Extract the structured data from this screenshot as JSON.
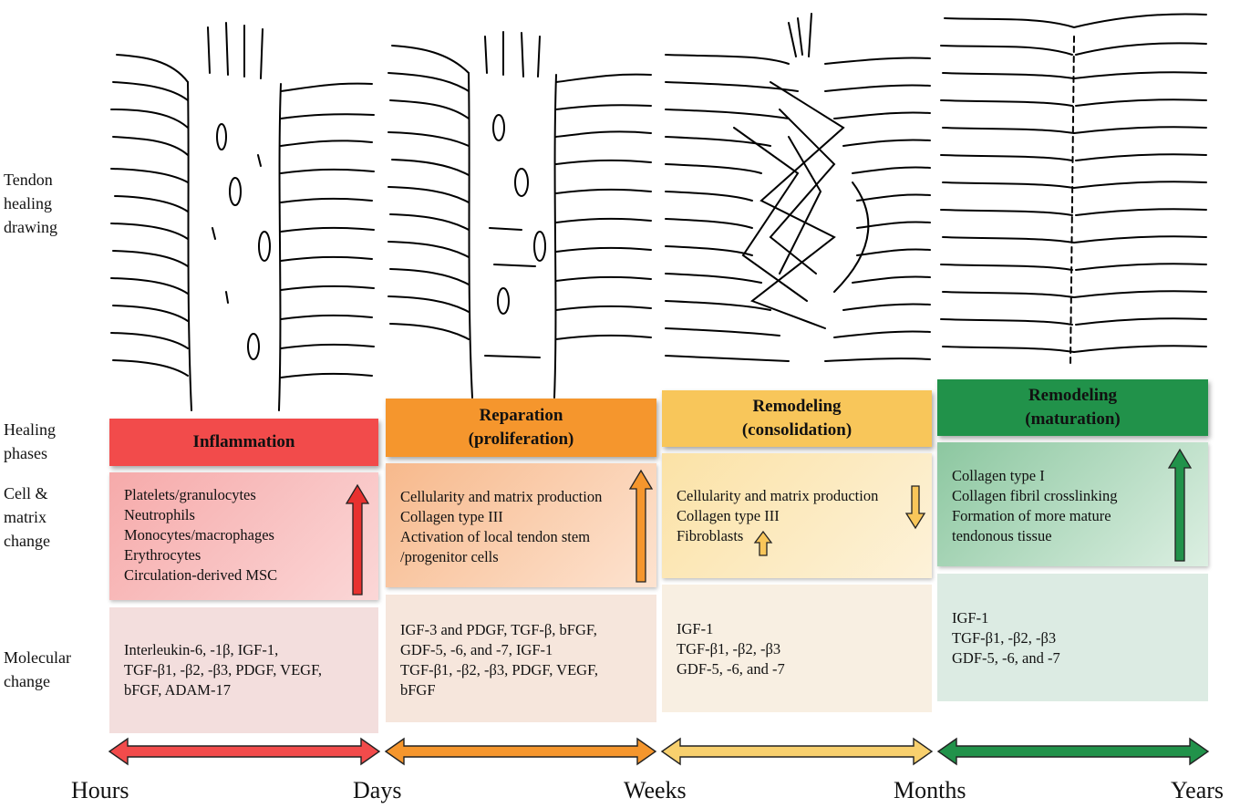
{
  "row_labels": {
    "drawing": "Tendon\nhealing\ndrawing",
    "phases": "Healing\nphases",
    "cell": "Cell &\nmatrix\nchange",
    "molecular": "Molecular\nchange"
  },
  "phases": [
    {
      "title": "Inflammation",
      "cell_lines": [
        "Platelets/granulocytes",
        "Neutrophils",
        "Monocytes/macrophages",
        "Erythrocytes",
        "Circulation-derived MSC"
      ],
      "molecular_lines": [
        "Interleukin-6, -1β, IGF-1,",
        "TGF-β1, -β2, -β3, PDGF, VEGF,",
        "bFGF, ADAM-17"
      ]
    },
    {
      "title": "Reparation\n(proliferation)",
      "cell_lines": [
        "Cellularity and matrix production",
        "Collagen type III",
        "Activation of local tendon stem",
        "/progenitor cells"
      ],
      "molecular_lines": [
        "IGF-3 and PDGF, TGF-β, bFGF,",
        "GDF-5, -6, and -7, IGF-1",
        "TGF-β1, -β2, -β3, PDGF, VEGF,",
        "bFGF"
      ]
    },
    {
      "title": "Remodeling\n(consolidation)",
      "cell_lines": [
        "Cellularity and matrix production",
        "Collagen type III",
        "Fibroblasts"
      ],
      "molecular_lines": [
        "IGF-1",
        "TGF-β1, -β2, -β3",
        "GDF-5, -6, and -7"
      ]
    },
    {
      "title": "Remodeling\n(maturation)",
      "cell_lines": [
        "Collagen type I",
        "Collagen fibril crosslinking",
        "Formation of more mature",
        "tendonous tissue"
      ],
      "molecular_lines": [
        "IGF-1",
        "TGF-β1, -β2, -β3",
        "GDF-5, -6, and -7"
      ]
    }
  ],
  "timeline_labels": [
    "Hours",
    "Days",
    "Weeks",
    "Months",
    "Years"
  ],
  "colors": {
    "inflammation": "#f24b4b",
    "reparation": "#f5962d",
    "consolidation": "#f8c65a",
    "maturation": "#21924a"
  }
}
